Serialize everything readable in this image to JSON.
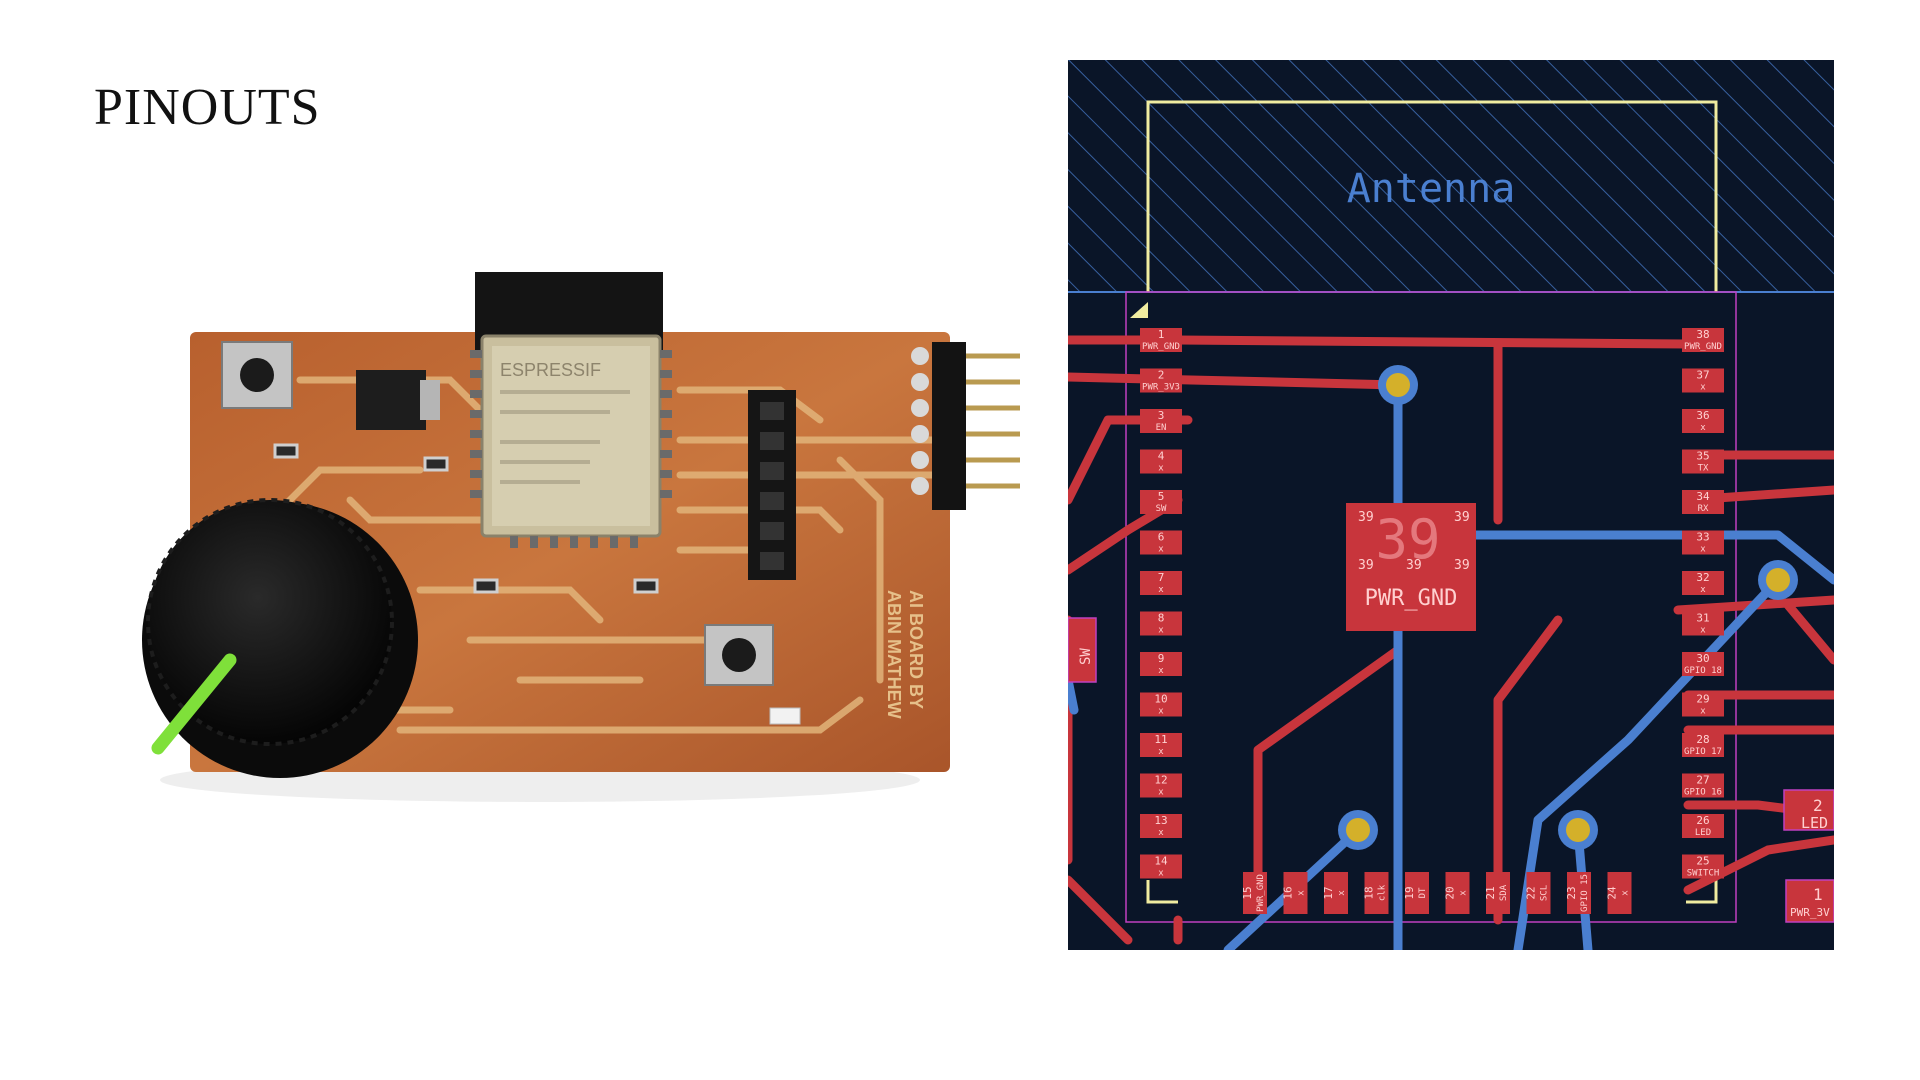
{
  "slide": {
    "title": "PINOUTS"
  },
  "photo": {
    "module_brand": "ESPRESSIF",
    "silkscreen_lines": [
      "AI BOARD BY",
      "ABIN MATHEW"
    ]
  },
  "pcb": {
    "antenna_label": "Antenna",
    "left_pins": [
      {
        "num": "1",
        "name": "PWR_GND"
      },
      {
        "num": "2",
        "name": "PWR_3V3"
      },
      {
        "num": "3",
        "name": "EN"
      },
      {
        "num": "4",
        "name": "x"
      },
      {
        "num": "5",
        "name": "SW"
      },
      {
        "num": "6",
        "name": "x"
      },
      {
        "num": "7",
        "name": "x"
      },
      {
        "num": "8",
        "name": "x"
      },
      {
        "num": "9",
        "name": "x"
      },
      {
        "num": "10",
        "name": "x"
      },
      {
        "num": "11",
        "name": "x"
      },
      {
        "num": "12",
        "name": "x"
      },
      {
        "num": "13",
        "name": "x"
      },
      {
        "num": "14",
        "name": "x"
      }
    ],
    "right_pins": [
      {
        "num": "38",
        "name": "PWR_GND"
      },
      {
        "num": "37",
        "name": "x"
      },
      {
        "num": "36",
        "name": "x"
      },
      {
        "num": "35",
        "name": "TX"
      },
      {
        "num": "34",
        "name": "RX"
      },
      {
        "num": "33",
        "name": "x"
      },
      {
        "num": "32",
        "name": "x"
      },
      {
        "num": "31",
        "name": "x"
      },
      {
        "num": "30",
        "name": "GPIO 18"
      },
      {
        "num": "29",
        "name": "x"
      },
      {
        "num": "28",
        "name": "GPIO 17"
      },
      {
        "num": "27",
        "name": "GPIO 16"
      },
      {
        "num": "26",
        "name": "LED"
      },
      {
        "num": "25",
        "name": "SWITCH"
      }
    ],
    "bottom_pins": [
      {
        "num": "15",
        "name": "PWR_GND"
      },
      {
        "num": "16",
        "name": "x"
      },
      {
        "num": "17",
        "name": "x"
      },
      {
        "num": "18",
        "name": "clk"
      },
      {
        "num": "19",
        "name": "DT"
      },
      {
        "num": "20",
        "name": "x"
      },
      {
        "num": "21",
        "name": "SDA"
      },
      {
        "num": "22",
        "name": "SCL"
      },
      {
        "num": "23",
        "name": "GPIO 15"
      },
      {
        "num": "24",
        "name": "x"
      }
    ],
    "center_pad": {
      "num": "39",
      "big_num": "39",
      "label": "PWR_GND",
      "sub": "PWR_GND"
    },
    "side_labels": {
      "sw": "SW",
      "led_num": "2",
      "led": "LED",
      "pwr_num": "1",
      "pwr": "PWR_3V"
    },
    "colors": {
      "background": "#0a1528",
      "copper_front": "#c8353c",
      "copper_back": "#4a7fd0",
      "via": "#d4b02a",
      "silkscreen": "#f0eca0",
      "courtyard": "#c040c0"
    }
  }
}
